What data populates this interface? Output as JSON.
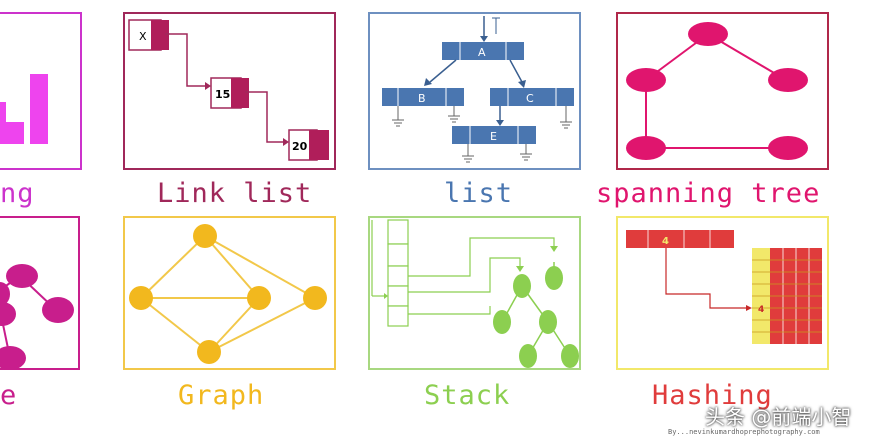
{
  "labels": {
    "sorting": "ng",
    "link_list": "Link list",
    "list": "list",
    "spanning_tree": "spanning tree",
    "tree": "e",
    "graph": "Graph",
    "stack": "Stack",
    "hashing": "Hashing"
  },
  "link_list_nodes": [
    "X",
    "15",
    "20"
  ],
  "list_nodes": [
    "A",
    "B",
    "C",
    "E"
  ],
  "hash_key": "4",
  "hash_value": "4",
  "watermark": {
    "main": "头条 @前端小智",
    "small": "By...nevinkumardhoprephotography.com"
  },
  "colors": {
    "sorting": "#cc33cc",
    "link_list": "#a0285a",
    "list": "#4a76b0",
    "spanning_tree": "#e0156e",
    "tree": "#c81e8c",
    "graph": "#f2b81e",
    "stack": "#8ccf50",
    "hashing": "#e03c3c"
  }
}
